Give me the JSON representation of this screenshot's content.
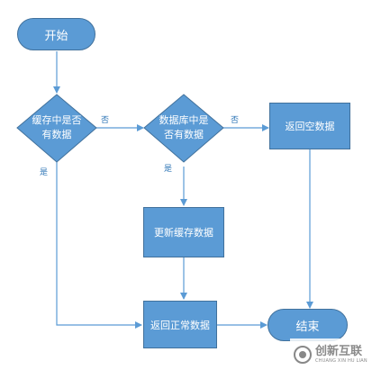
{
  "nodes": {
    "start": "开始",
    "check_cache": [
      "缓存中是否",
      "有数据"
    ],
    "check_db": [
      "数据库中是",
      "否有数据"
    ],
    "return_empty": "返回空数据",
    "update_cache": "更新缓存数据",
    "return_normal": "返回正常数据",
    "end": "结束"
  },
  "edge_labels": {
    "cache_no": "否",
    "cache_yes": "是",
    "db_no": "否",
    "db_yes": "是"
  },
  "colors": {
    "fill": "#5b9bd5",
    "border": "#41719c",
    "edge": "#5b9bd5"
  },
  "watermark": {
    "icon": "chuangxin-logo-icon",
    "cn": "创新互联",
    "en": "CHUANG XIN HU LIAN"
  }
}
